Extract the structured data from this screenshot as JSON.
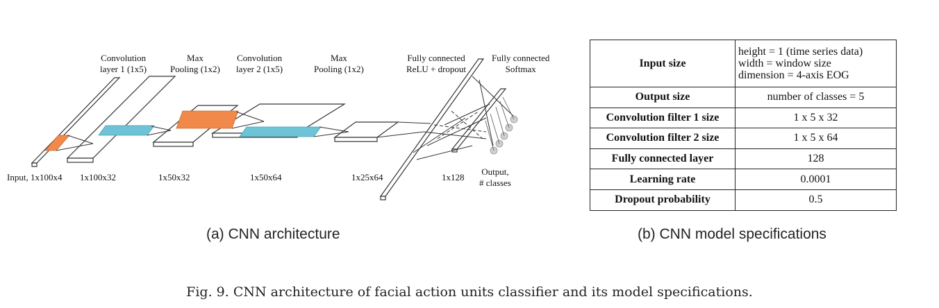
{
  "diagram": {
    "top_labels": [
      "Convolution\nlayer 1 (1x5)",
      "Max\nPooling (1x2)",
      "Convolution\nlayer 2 (1x5)",
      "Max\nPooling (1x2)",
      "Fully connected\nReLU + dropout",
      "Fully connected\nSoftmax"
    ],
    "bottom_labels": [
      "Input, 1x100x4",
      "1x100x32",
      "1x50x32",
      "1x50x64",
      "1x25x64",
      "1x128",
      "Output,\n# classes"
    ],
    "colors": {
      "conv_patch": "#f0894a",
      "pool_patch": "#6fc3d6"
    }
  },
  "subcaption_a": "(a) CNN architecture",
  "subcaption_b": "(b) CNN model specifications",
  "spec_table": {
    "rows": [
      {
        "key": "Input size",
        "value": "height = 1 (time series data)\nwidth = window size\ndimension = 4-axis EOG"
      },
      {
        "key": "Output size",
        "value": "number of classes = 5"
      },
      {
        "key": "Convolution filter 1 size",
        "value": "1 x 5 x 32"
      },
      {
        "key": "Convolution filter 2 size",
        "value": "1 x 5 x 64"
      },
      {
        "key": "Fully connected layer",
        "value": "128"
      },
      {
        "key": "Learning rate",
        "value": "0.0001"
      },
      {
        "key": "Dropout probability",
        "value": "0.5"
      }
    ]
  },
  "caption": "Fig. 9.  CNN architecture of facial action units classifier and its model specifications."
}
